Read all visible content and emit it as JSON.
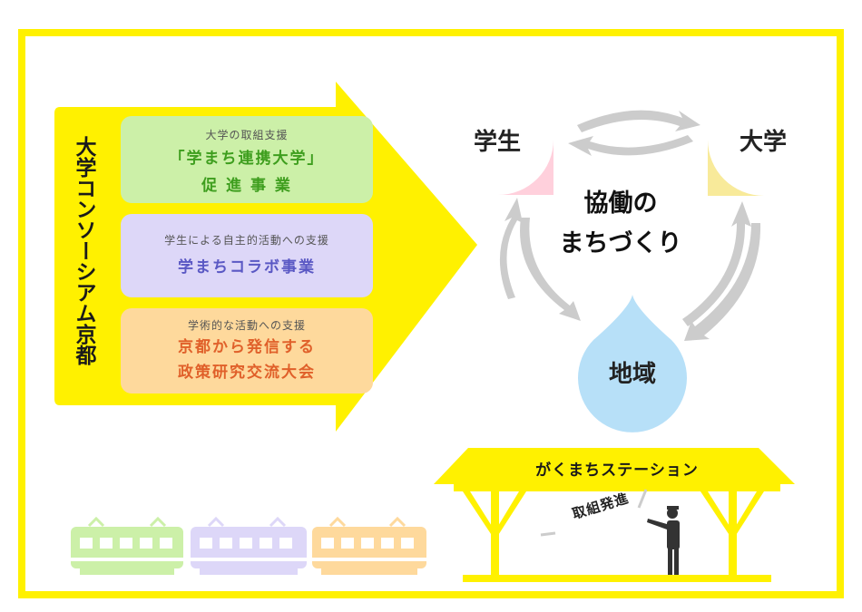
{
  "side_title": "大学コンソーシアム京都",
  "programs": [
    {
      "caption": "大学の取組支援",
      "title_lines": [
        "「学まち連携大学」",
        "促 進 事 業"
      ],
      "color": "#ccf0a8"
    },
    {
      "caption": "学生による自主的活動への支援",
      "title_lines": [
        "学まちコラボ事業"
      ],
      "color": "#ddd7f8"
    },
    {
      "caption": "学術的な活動への支援",
      "title_lines": [
        "京都から発信する",
        "政策研究交流大会"
      ],
      "color": "#fed99c"
    }
  ],
  "cycle": {
    "nodes": [
      {
        "label": "学生",
        "color": "#ffd0dc"
      },
      {
        "label": "大学",
        "color": "#f8ea9a"
      },
      {
        "label": "地域",
        "color": "#b7e0f8"
      }
    ],
    "center_lines": [
      "協働の",
      "まちづくり"
    ]
  },
  "station": {
    "name": "がくまちステーション",
    "dispatch_text": "取組発進"
  },
  "colors": {
    "frame": "#fff100",
    "arrow_gray": "#cccccc"
  },
  "trains": [
    {
      "color": "#ccf0a8"
    },
    {
      "color": "#ddd7f8"
    },
    {
      "color": "#fed99c"
    }
  ]
}
